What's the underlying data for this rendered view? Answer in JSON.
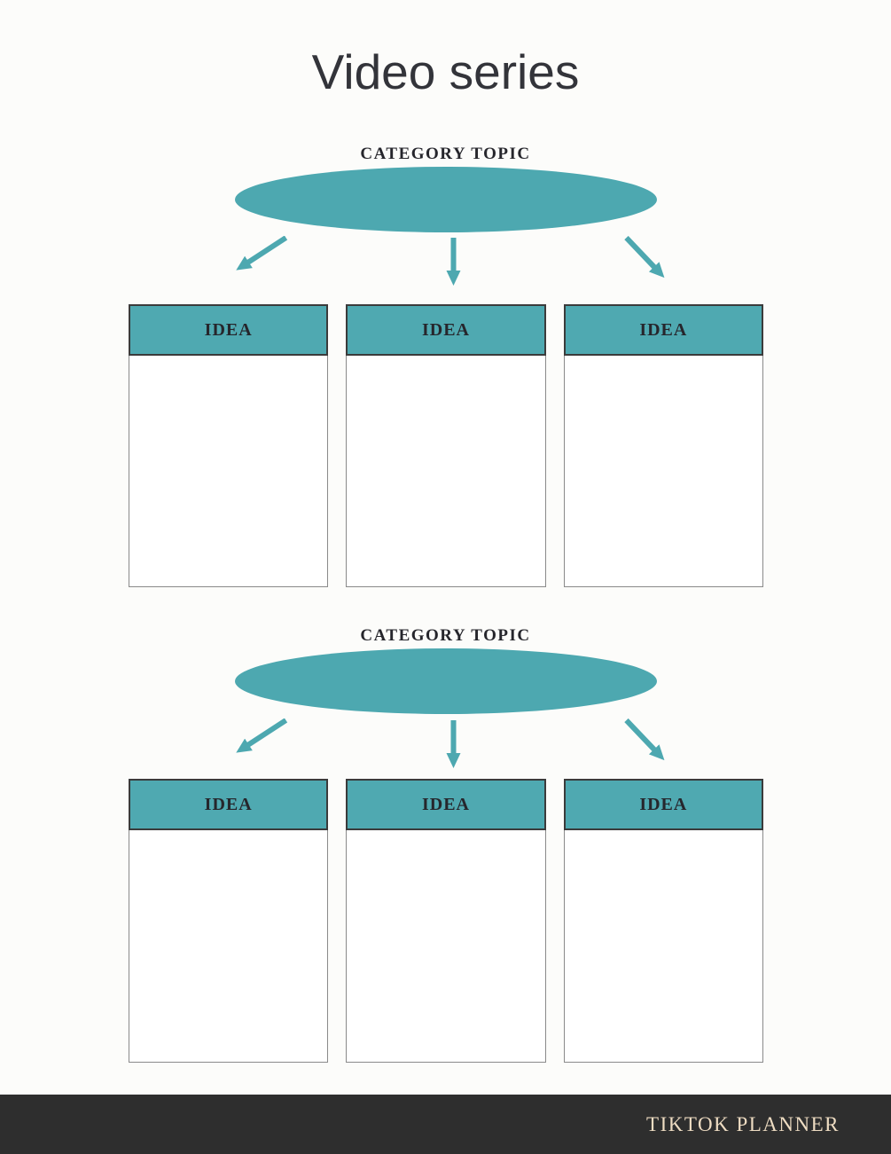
{
  "page": {
    "title": "Video series"
  },
  "theme": {
    "teal": "#4DA8B0",
    "card_header_teal": "#4FA9B1",
    "card_header_border": "#3B3B3B",
    "card_body_border": "#8A8A8A",
    "text_dark": "#26262C",
    "page_background": "#FCFCFA",
    "footer_background": "#2E2E2E",
    "footer_text_color": "#EEDCC2"
  },
  "sections": [
    {
      "category_label": "CATEGORY TOPIC",
      "ideas": [
        {
          "label": "IDEA",
          "notes": ""
        },
        {
          "label": "IDEA",
          "notes": ""
        },
        {
          "label": "IDEA",
          "notes": ""
        }
      ]
    },
    {
      "category_label": "CATEGORY TOPIC",
      "ideas": [
        {
          "label": "IDEA",
          "notes": ""
        },
        {
          "label": "IDEA",
          "notes": ""
        },
        {
          "label": "IDEA",
          "notes": ""
        }
      ]
    }
  ],
  "footer": {
    "brand": "TIKTOK PLANNER"
  }
}
